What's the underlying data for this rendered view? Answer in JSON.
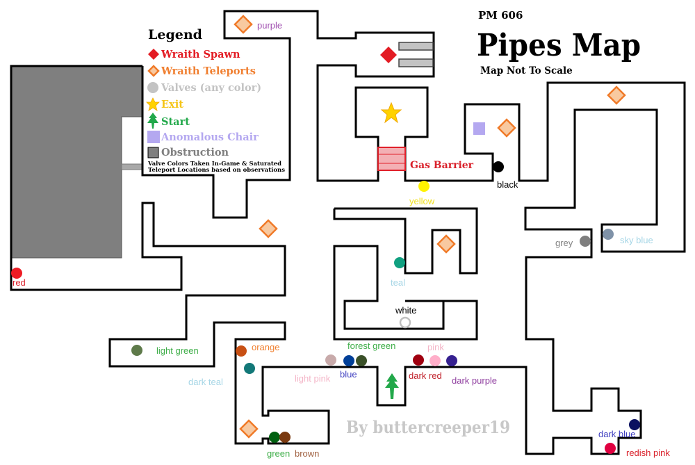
{
  "header": {
    "code": "PM 606",
    "title": "Pipes Map",
    "subtitle": "Map Not To Scale"
  },
  "legend": {
    "title": "Legend",
    "items": [
      {
        "label": "Wraith Spawn",
        "icon": "red-diamond-icon",
        "color": "#e31b23"
      },
      {
        "label": "Wraith Teleports",
        "icon": "orange-diamond-icon",
        "color": "#f07f30"
      },
      {
        "label": "Valves (any color)",
        "icon": "grey-circle-icon",
        "color": "#c3c3c3"
      },
      {
        "label": "Exit",
        "icon": "star-icon",
        "color": "#f5c518"
      },
      {
        "label": "Start",
        "icon": "green-tree-icon",
        "color": "#22a84a"
      },
      {
        "label": "Anomalous Chair",
        "icon": "lavender-square-icon",
        "color": "#b4a8f0"
      },
      {
        "label": "Obstruction",
        "icon": "grey-square-icon",
        "color": "#7f7f7f"
      }
    ],
    "note_line1": "Valve Colors Taken In-Game & Saturated",
    "note_line2": "Teleport Locations based on observations"
  },
  "gas_barrier": {
    "label": "Gas Barrier",
    "color": "#d9202a"
  },
  "credit": "By buttercreeper19",
  "valves": [
    {
      "label": "red",
      "color": "#ed1c24",
      "label_color": "#d9202a"
    },
    {
      "label": "light green",
      "color": "#5e7a4a",
      "label_color": "#3fae49"
    },
    {
      "label": "dark teal",
      "color": "#127878",
      "label_color": "#a6d6e6"
    },
    {
      "label": "orange",
      "color": "#c85014",
      "label_color": "#f08030"
    },
    {
      "label": "light pink",
      "color": "#c8aaaa",
      "label_color": "#f4b6c8"
    },
    {
      "label": "blue",
      "color": "#003f98",
      "label_color": "#4040c0"
    },
    {
      "label": "forest green",
      "color": "#3a5028",
      "label_color": "#3fae49"
    },
    {
      "label": "pink",
      "color": "#ffaec9",
      "label_color": "#f4b6c8"
    },
    {
      "label": "dark red",
      "color": "#a00010",
      "label_color": "#c0202a"
    },
    {
      "label": "dark purple",
      "color": "#352090",
      "label_color": "#9040a0"
    },
    {
      "label": "green",
      "color": "#006010",
      "label_color": "#3fae49"
    },
    {
      "label": "brown",
      "color": "#7a3a10",
      "label_color": "#a06040"
    },
    {
      "label": "yellow",
      "color": "#fff200",
      "label_color": "#f0e020"
    },
    {
      "label": "black",
      "color": "#000000",
      "label_color": "#000000"
    },
    {
      "label": "teal",
      "color": "#10a080",
      "label_color": "#a6d6e6"
    },
    {
      "label": "white",
      "color": "#ffffff",
      "label_color": "#000000"
    },
    {
      "label": "grey",
      "color": "#7f7f7f",
      "label_color": "#808080"
    },
    {
      "label": "sky blue",
      "color": "#7f92a8",
      "label_color": "#a6d6e6"
    },
    {
      "label": "dark blue",
      "color": "#0a1060",
      "label_color": "#4040c0"
    },
    {
      "label": "redish pink",
      "color": "#e00040",
      "label_color": "#d9202a"
    },
    {
      "label": "purple",
      "color": "#a050b0",
      "label_color": "#a050b0"
    }
  ]
}
